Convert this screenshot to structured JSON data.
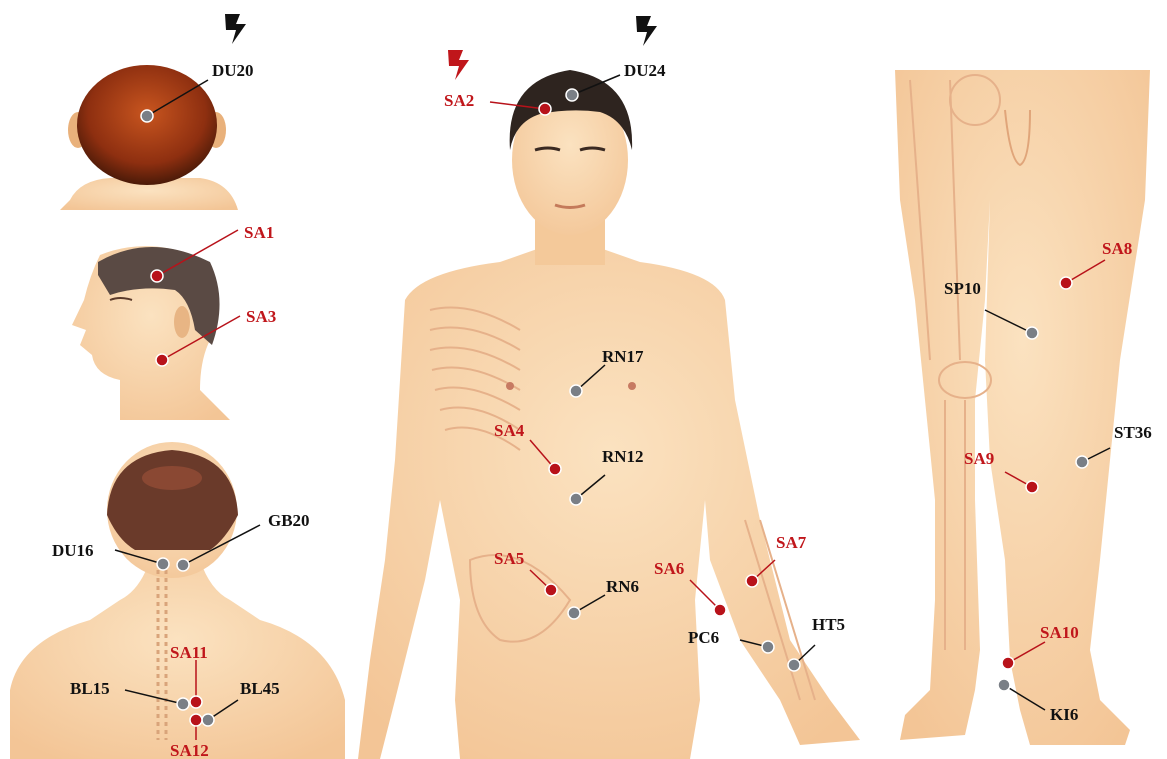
{
  "colors": {
    "sham_point": "#b8121a",
    "real_point": "#7a7f86",
    "label_red": "#c0161b",
    "label_black": "#111111",
    "skin": "#f7d3a6",
    "hair": "#3a2a22"
  },
  "icons": {
    "stimulation_black": "lightning-bolt-icon",
    "stimulation_red": "lightning-bolt-icon"
  },
  "points": {
    "DU20": "DU20",
    "DU24": "DU24",
    "SA2": "SA2",
    "SA1": "SA1",
    "SA3": "SA3",
    "GB20": "GB20",
    "DU16": "DU16",
    "SA11": "SA11",
    "BL15": "BL15",
    "BL45": "BL45",
    "SA12": "SA12",
    "RN17": "RN17",
    "SA4": "SA4",
    "RN12": "RN12",
    "SA5": "SA5",
    "RN6": "RN6",
    "SA6": "SA6",
    "SA7": "SA7",
    "PC6": "PC6",
    "HT5": "HT5",
    "SA8": "SA8",
    "SP10": "SP10",
    "ST36": "ST36",
    "SA9": "SA9",
    "SA10": "SA10",
    "KI6": "KI6"
  }
}
